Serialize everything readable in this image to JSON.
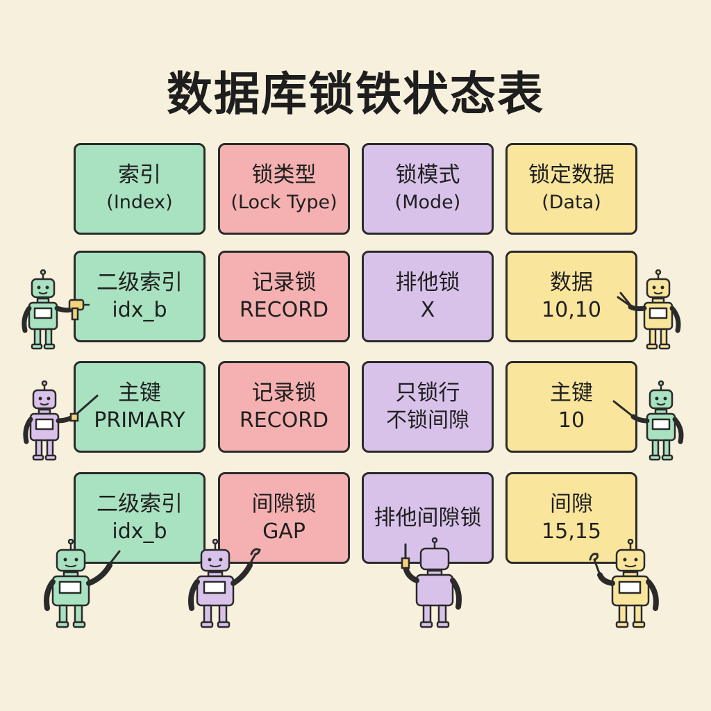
{
  "title": "数据库锁铁状态表",
  "colors": {
    "background": "#f7f0dc",
    "green": "#a8e2c0",
    "pink": "#f5b1b1",
    "purple": "#d8c2ea",
    "yellow": "#f9e59b",
    "border": "#2a2a2a",
    "text": "#1f1f1f"
  },
  "header": [
    {
      "zh": "索引",
      "en": "(Index)"
    },
    {
      "zh": "锁类型",
      "en": "(Lock Type)"
    },
    {
      "zh": "锁模式",
      "en": "(Mode)"
    },
    {
      "zh": "锁定数据",
      "en": "(Data)"
    }
  ],
  "rows": [
    [
      {
        "line1": "二级索引",
        "line2": "idx_b"
      },
      {
        "line1": "记录锁",
        "line2": "RECORD"
      },
      {
        "line1": "排他锁",
        "line2": "X"
      },
      {
        "line1": "数据",
        "line2": "10,10"
      }
    ],
    [
      {
        "line1": "主键",
        "line2": "PRIMARY"
      },
      {
        "line1": "记录锁",
        "line2": "RECORD"
      },
      {
        "line1": "只锁行",
        "line2": "不锁间隙"
      },
      {
        "line1": "主键",
        "line2": "10"
      }
    ],
    [
      {
        "line1": "二级索引",
        "line2": "idx_b"
      },
      {
        "line1": "间隙锁",
        "line2": "GAP"
      },
      {
        "line1": "排他间隙锁",
        "line2": ""
      },
      {
        "line1": "间隙",
        "line2": "15,15"
      }
    ]
  ],
  "robots": [
    {
      "name": "robot-drill-left",
      "color": "green",
      "tool": "drill-icon"
    },
    {
      "name": "robot-pliers-right",
      "color": "yellow",
      "tool": "pliers-icon"
    },
    {
      "name": "robot-screwdriver-left",
      "color": "purple",
      "tool": "screwdriver-icon"
    },
    {
      "name": "robot-screwdriver-right",
      "color": "green",
      "tool": "screwdriver-icon"
    },
    {
      "name": "robot-pointer-bottom",
      "color": "green",
      "tool": "screwdriver-icon"
    },
    {
      "name": "robot-wrench-bottom",
      "color": "purple",
      "tool": "wrench-icon"
    },
    {
      "name": "robot-screwdriver-bottom",
      "color": "purple",
      "tool": "screwdriver-icon"
    },
    {
      "name": "robot-wrench-right",
      "color": "yellow",
      "tool": "wrench-icon"
    }
  ]
}
